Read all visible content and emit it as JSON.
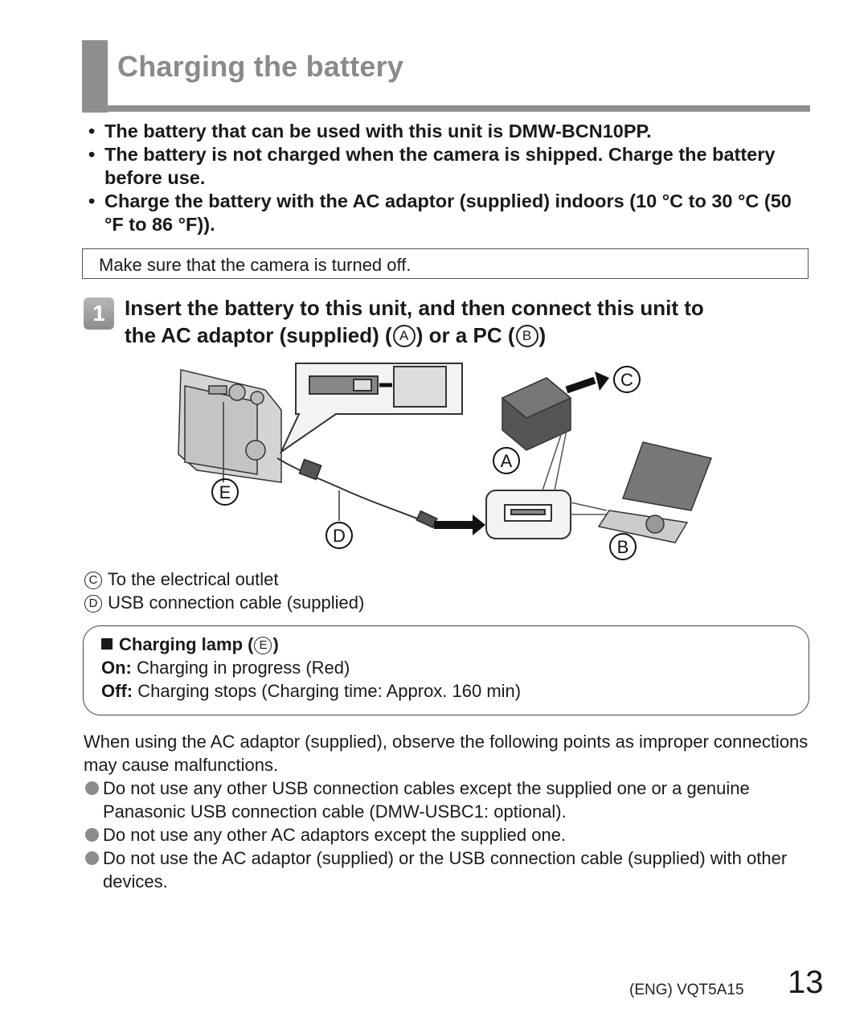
{
  "page_title": "Charging the battery",
  "bullets": [
    "The battery that can be used with this unit is DMW-BCN10PP.",
    "The battery is not charged when the camera is shipped. Charge the battery before use.",
    "Charge the battery with the AC adaptor (supplied) indoors (10 °C to 30 °C (50 °F to 86 °F))."
  ],
  "bullet_mark": "•",
  "note_box": "Make sure that the camera is turned off.",
  "step": {
    "number": "1",
    "line1": "Insert the battery to this unit, and then connect this unit to",
    "line2_a": "the AC adaptor (supplied) (",
    "mark_a": "A",
    "line2_b": ") or a PC (",
    "mark_b": "B",
    "line2_c": ")"
  },
  "figure_labels": {
    "a": "A",
    "b": "B",
    "c": "C",
    "d": "D",
    "e": "E"
  },
  "legend": [
    {
      "mark": "C",
      "text": "To the electrical outlet"
    },
    {
      "mark": "D",
      "text": "USB connection cable (supplied)"
    }
  ],
  "lamp": {
    "heading": "Charging lamp (",
    "heading_mark": "E",
    "heading_end": ")",
    "on_label": "On:",
    "on_text": "Charging in progress (Red)",
    "off_label": "Off:",
    "off_text": "Charging stops (Charging time: Approx. 160 min)"
  },
  "warning": {
    "intro": "When using the AC adaptor (supplied), observe the following points as improper connections may cause malfunctions.",
    "points": [
      "Do not use any other USB connection cables except the supplied one or a genuine Panasonic USB connection cable (DMW-USBC1: optional).",
      "Do not use any other AC adaptors except the supplied one.",
      "Do not use the AC adaptor (supplied) or the USB connection cable (supplied) with other devices."
    ]
  },
  "footer": {
    "code": "(ENG) VQT5A15",
    "page": "13"
  }
}
